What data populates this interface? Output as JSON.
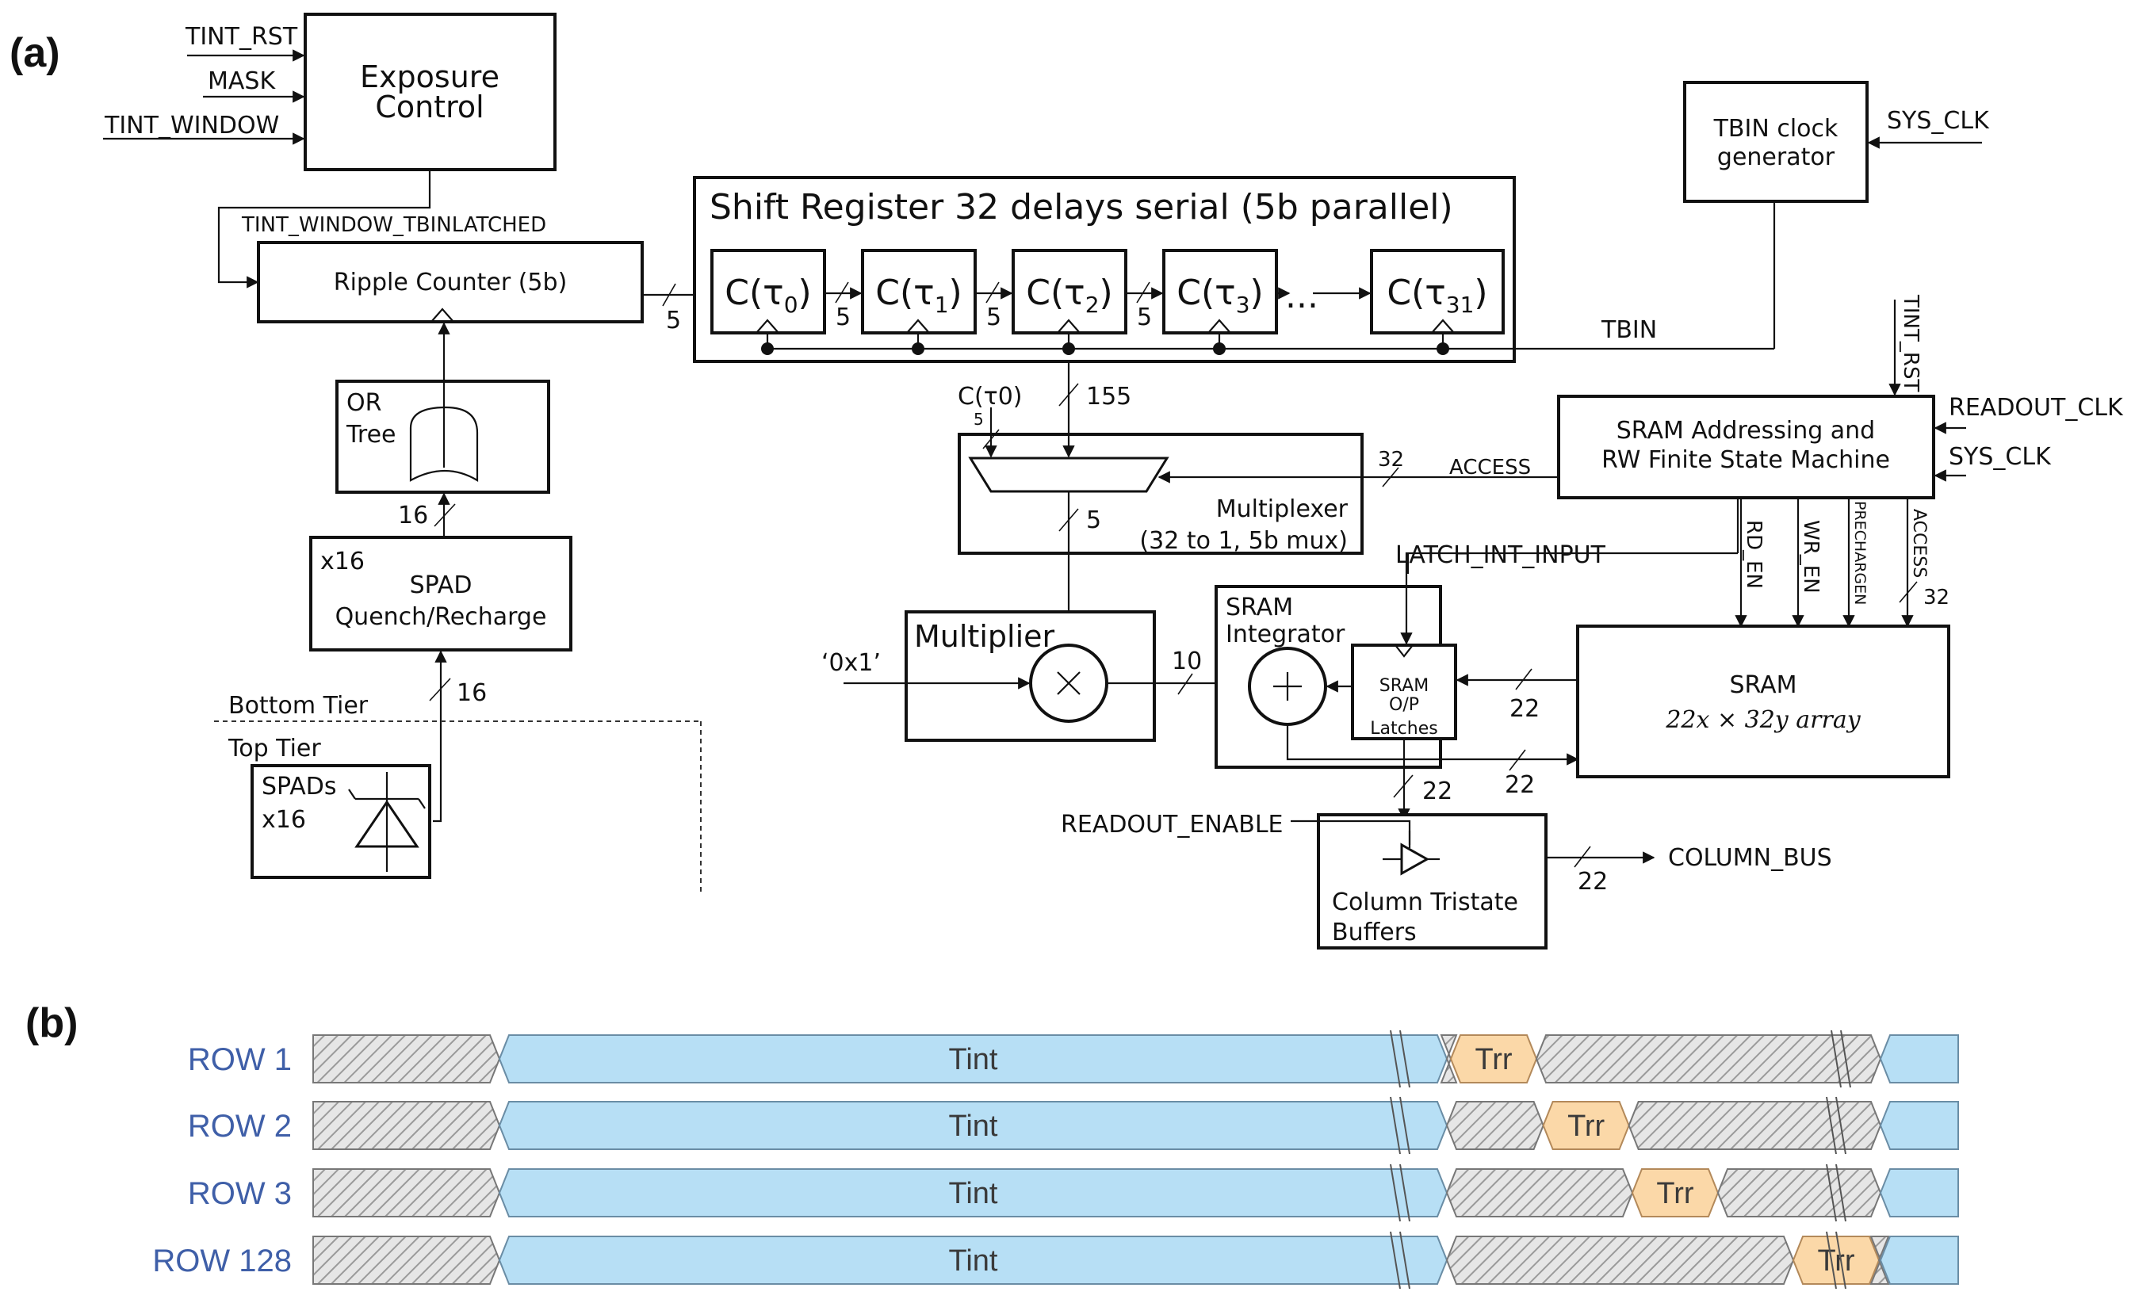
{
  "panel_a": "(a)",
  "panel_b": "(b)",
  "blocks": {
    "exposure": [
      "Exposure",
      "Control"
    ],
    "ripple": "Ripple Counter (5b)",
    "or_tree": [
      "OR",
      "Tree"
    ],
    "spad_qr": [
      "x16",
      "SPAD",
      "Quench/Recharge"
    ],
    "spads": [
      "SPADs",
      "x16"
    ],
    "shift_title": "Shift Register 32 delays serial (5b parallel)",
    "tbin_gen": [
      "TBIN clock",
      "generator"
    ],
    "sram_fsm": [
      "SRAM Addressing and",
      "RW Finite State Machine"
    ],
    "mux": [
      "Multiplexer",
      "(32 to 1, 5b mux)"
    ],
    "multiplier": "Multiplier",
    "integrator": [
      "SRAM",
      "Integrator"
    ],
    "latches": [
      "SRAM",
      "O/P",
      "Latches"
    ],
    "sram": [
      "SRAM",
      "22x × 32y array"
    ],
    "buffers": [
      "Column Tristate",
      "Buffers"
    ],
    "cells": [
      {
        "base": "C(τ",
        "sub": "0",
        "close": ")"
      },
      {
        "base": "C(τ",
        "sub": "1",
        "close": ")"
      },
      {
        "base": "C(τ",
        "sub": "2",
        "close": ")"
      },
      {
        "base": "C(τ",
        "sub": "3",
        "close": ")"
      },
      {
        "base": "C(τ",
        "sub": "31",
        "close": ")"
      }
    ],
    "ellipsis": "..."
  },
  "signals": {
    "tint_rst": "TINT_RST",
    "mask": "MASK",
    "tint_window": "TINT_WINDOW",
    "tint_window_latched": "TINT_WINDOW_TBINLATCHED",
    "sys_clk": "SYS_CLK",
    "tbin": "TBIN",
    "tint_rst_v": "TINT_RST",
    "readout_clk": "READOUT_CLK",
    "sys_clk2": "SYS_CLK",
    "access": "ACCESS",
    "c_tau0": "C(τ0)",
    "latch_int_input": "LATCH_INT_INPUT",
    "rd_en": "RD_EN",
    "wr_en": "WR_EN",
    "precharge": "PRECHARGEN",
    "access_v": "ACCESS",
    "hex_one": "‘0x1’",
    "readout_enable": "READOUT_ENABLE",
    "column_bus": "COLUMN_BUS",
    "bottom_tier": "Bottom Tier",
    "top_tier": "Top Tier"
  },
  "bus_widths": {
    "ripple_out": "5",
    "c0_out": "5",
    "c1_out": "5",
    "c2_out": "5",
    "c_tau0_w": "5",
    "shift_out": "155",
    "or_in": "16",
    "spad_in": "16",
    "mux_out": "5",
    "access_w": "32",
    "access_v_w": "32",
    "mult_out": "10",
    "sram_to_latch": "22",
    "int_to_sram": "22",
    "latch_to_buf": "22",
    "buf_out": "22"
  },
  "timing": {
    "rows": [
      {
        "label": "ROW 1",
        "tint": "Tint",
        "trr": "Trr",
        "trr_at": 0.0
      },
      {
        "label": "ROW 2",
        "tint": "Tint",
        "trr": "Trr",
        "trr_at": 0.27
      },
      {
        "label": "ROW 3",
        "tint": "Tint",
        "trr": "Trr",
        "trr_at": 0.53
      },
      {
        "label": "ROW 128",
        "tint": "Tint",
        "trr": "Trr",
        "trr_at": 1.0
      }
    ],
    "colors": {
      "tint": "#b7dff5",
      "trr": "#fbd8a8",
      "hatch": "#d9d9d9"
    }
  }
}
